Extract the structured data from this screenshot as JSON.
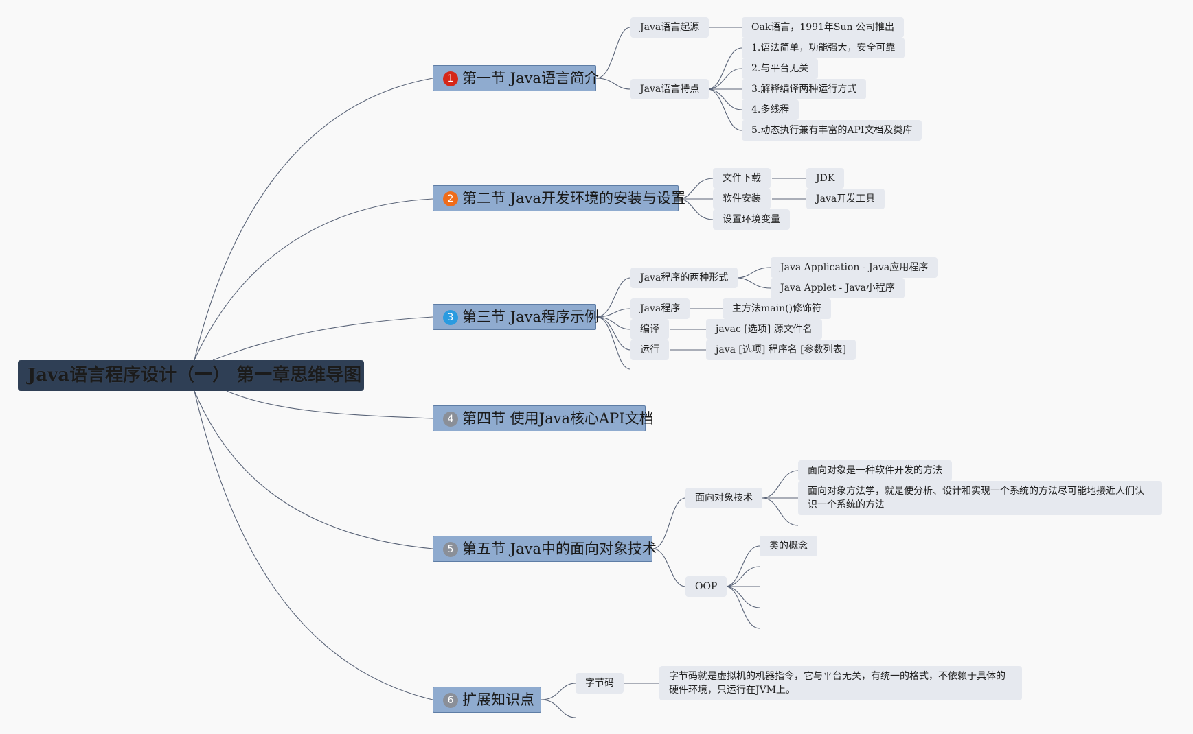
{
  "root": {
    "title": "Java语言程序设计（一） 第一章思维导图"
  },
  "colors": {
    "root_bg": "#2f3f55",
    "section_bg": "#8fabcf",
    "node_bg": "#e6e9ef",
    "line": "#5a6478"
  },
  "sections": [
    {
      "badge": "1",
      "badge_color": "#d62718",
      "label": "第一节 Java语言简介",
      "children": [
        {
          "label": "Java语言起源",
          "children": [
            {
              "label": "Oak语言，1991年Sun 公司推出"
            }
          ]
        },
        {
          "label": "Java语言特点",
          "children": [
            {
              "label": "1.语法简单，功能强大，安全可靠"
            },
            {
              "label": "2.与平台无关"
            },
            {
              "label": "3.解释编译两种运行方式"
            },
            {
              "label": "4.多线程"
            },
            {
              "label": "5.动态执行兼有丰富的API文档及类库"
            }
          ]
        }
      ]
    },
    {
      "badge": "2",
      "badge_color": "#ef6c1a",
      "label": "第二节 Java开发环境的安装与设置",
      "children": [
        {
          "label": "文件下载",
          "children": [
            {
              "label": "JDK"
            }
          ]
        },
        {
          "label": "软件安装",
          "children": [
            {
              "label": "Java开发工具"
            }
          ]
        },
        {
          "label": "设置环境变量"
        }
      ]
    },
    {
      "badge": "3",
      "badge_color": "#2a9be0",
      "label": "第三节 Java程序示例",
      "children": [
        {
          "label": "Java程序的两种形式",
          "children": [
            {
              "label": "Java Application - Java应用程序"
            },
            {
              "label": "Java Applet - Java小程序"
            }
          ]
        },
        {
          "label": "Java程序",
          "children": [
            {
              "label": "主方法main()修饰符"
            }
          ]
        },
        {
          "label": "编译",
          "children": [
            {
              "label": "javac [选项] 源文件名"
            }
          ]
        },
        {
          "label": "运行",
          "children": [
            {
              "label": "java [选项] 程序名 [参数列表]"
            }
          ]
        }
      ]
    },
    {
      "badge": "4",
      "badge_color": "#8a8f98",
      "label": "第四节 使用Java核心API文档",
      "children": []
    },
    {
      "badge": "5",
      "badge_color": "#8a8f98",
      "label": "第五节 Java中的面向对象技术",
      "children": [
        {
          "label": "面向对象技术",
          "children": [
            {
              "label": "面向对象是一种软件开发的方法"
            },
            {
              "label": "面向对象方法学，就是使分析、设计和实现一个系统的方法尽可能地接近人们认识一个系统的方法"
            }
          ]
        },
        {
          "label": "OOP",
          "children": [
            {
              "label": "类的概念"
            }
          ]
        }
      ]
    },
    {
      "badge": "6",
      "badge_color": "#8a8f98",
      "label": "扩展知识点",
      "children": [
        {
          "label": "字节码",
          "children": [
            {
              "label": "字节码就是虚拟机的机器指令，它与平台无关，有统一的格式，不依赖于具体的硬件环境，只运行在JVM上。"
            }
          ]
        }
      ]
    }
  ]
}
